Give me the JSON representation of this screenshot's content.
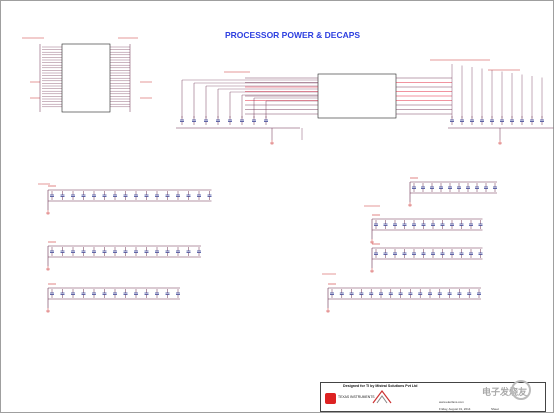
{
  "title": "PROCESSOR POWER & DECAPS",
  "title_block": {
    "designed_by": "Designed for TI by Mistral Solutions Pvt Ltd",
    "company": "TEXAS INSTRUMENTS",
    "watermark": "电子发烧友",
    "watermark_url": "www.elecfans.com",
    "date": "Friday, August 01, 2014",
    "sheet_label": "Sheet"
  },
  "colors": {
    "wire": "#6b2c4e",
    "title": "#2d3fe0",
    "red_net": "#e0102a",
    "component": "#222222",
    "cap": "#1c2a8a"
  },
  "icons": [
    "ti-logo-icon",
    "mistral-logo-icon",
    "elecfans-watermark-icon"
  ]
}
